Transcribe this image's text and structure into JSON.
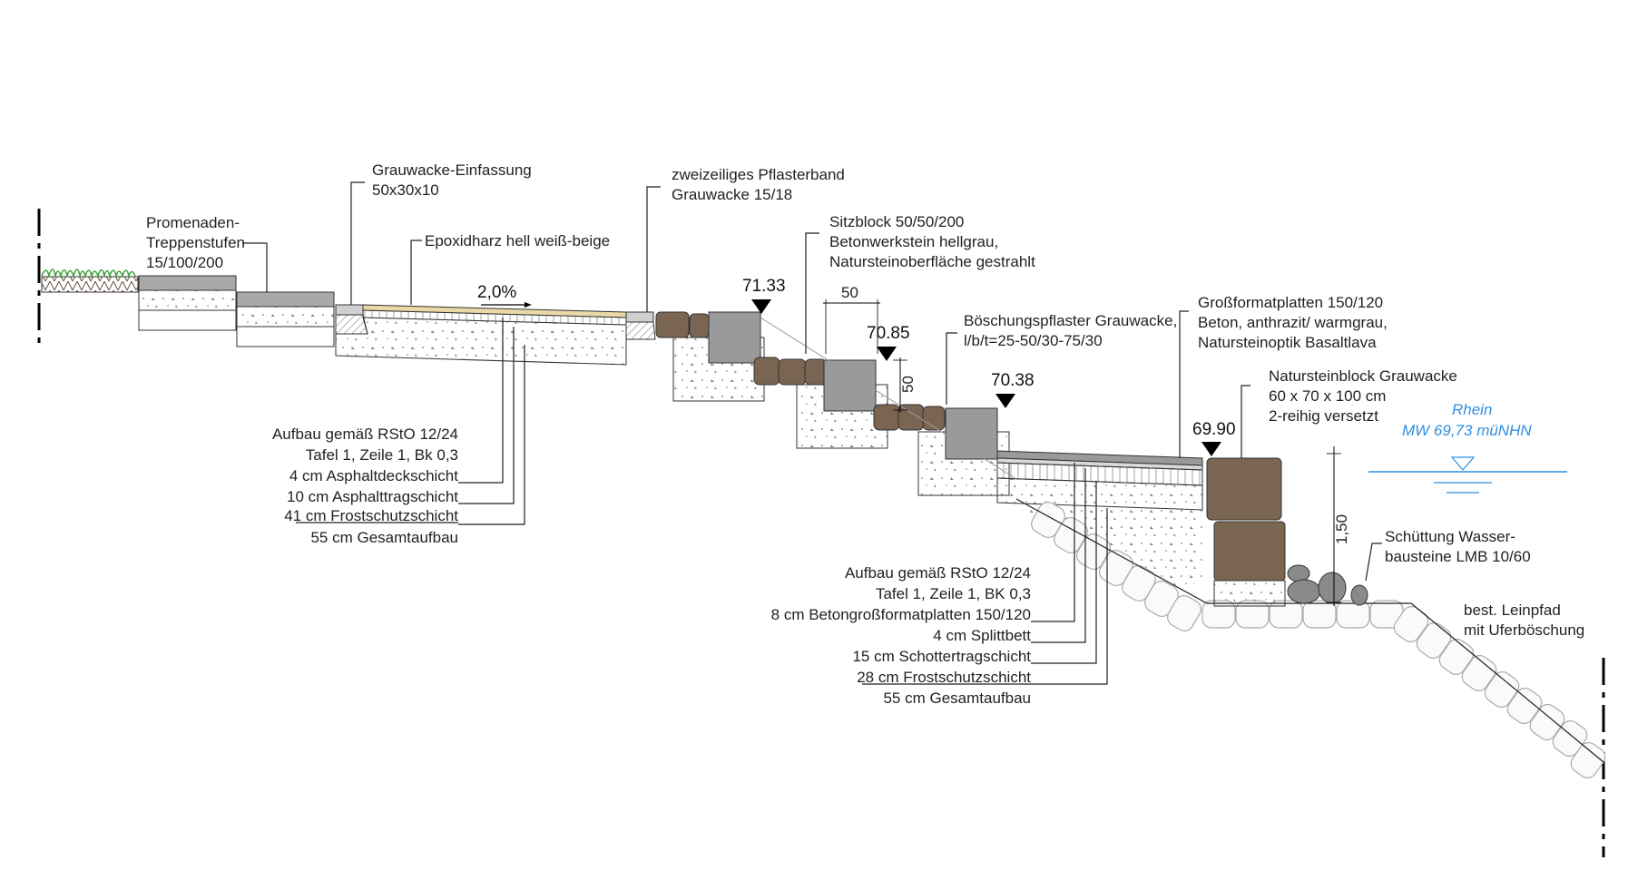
{
  "labels": {
    "promenade": [
      "Promenaden-",
      "Treppenstufen",
      "15/100/200"
    ],
    "einfassung": [
      "Grauwacke-Einfassung",
      "50x30x10"
    ],
    "epoxid": "Epoxidharz hell weiß-beige",
    "slope": "2,0%",
    "pflasterband": [
      "zweizeiliges Pflasterband",
      "Grauwacke 15/18"
    ],
    "sitzblock": [
      "Sitzblock 50/50/200",
      "Betonwerkstein hellgrau,",
      "Natursteinoberfläche gestrahlt"
    ],
    "dim_width": "50",
    "dim_height": "50",
    "boeschung": [
      "Böschungspflaster Grauwacke,",
      "l/b/t=25-50/30-75/30"
    ],
    "grossformat": [
      "Großformatplatten 150/120",
      "Beton, anthrazit/ warmgrau,",
      "Natursteinoptik Basaltlava"
    ],
    "naturstein": [
      "Natursteinblock Grauwacke",
      "60 x 70 x 100 cm",
      "2-reihig versetzt"
    ],
    "schuettung": [
      "Schüttung Wasser-",
      "bausteine LMB 10/60"
    ],
    "leinpfad": [
      "best. Leinpfad",
      "mit Uferböschung"
    ],
    "rhein": [
      "Rhein",
      "MW 69,73 müNHN"
    ],
    "dim_vertical": "1,50"
  },
  "elevations": [
    "71.33",
    "70.85",
    "70.38",
    "69.90"
  ],
  "build_up_1": [
    "Aufbau gemäß RStO 12/24",
    "Tafel 1, Zeile 1, Bk 0,3",
    "4 cm Asphaltdeckschicht",
    "10 cm Asphalttragschicht",
    "41 cm Frostschutzschicht",
    "55 cm Gesamtaufbau"
  ],
  "build_up_2": [
    "Aufbau gemäß RStO 12/24",
    "Tafel 1, Zeile 1, BK 0,3",
    "8 cm Betongroßformatplatten 150/120",
    "4 cm Splittbett",
    "15 cm Schottertragschicht",
    "28 cm Frostschutzschicht",
    "55 cm Gesamtaufbau"
  ],
  "colors": {
    "concrete_grey": "#a9a9a9",
    "cap_grey": "#9a9a9a",
    "stone_brown": "#7a6552",
    "water_blue": "#2f8fe0",
    "grass_green": "#3fa33a"
  }
}
